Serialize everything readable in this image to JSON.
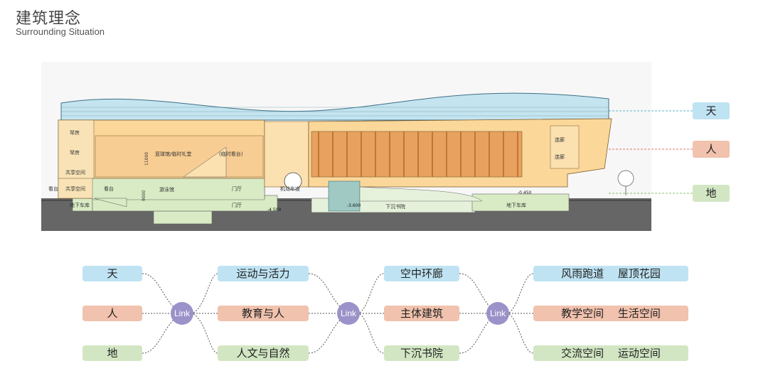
{
  "header": {
    "title": "建筑理念",
    "subtitle": "Surrounding Situation"
  },
  "section_labels": {
    "piano1": "琴房",
    "piano2": "琴房",
    "shared1": "共享空间",
    "shared2": "共享空间",
    "basement1": "地下车库",
    "stand1": "看台",
    "stand2": "看台",
    "gym": "篮球馆/临时礼堂",
    "pool": "游泳馆",
    "temp_stand": "(临时看台)",
    "lobby1": "门厅",
    "lobby2": "门厅",
    "motor": "机动车道",
    "sunken": "下沉书院",
    "corridor1": "连廊",
    "corridor2": "连廊",
    "basement2": "地下车库",
    "h1": "11000",
    "h2": "9000",
    "elev1": "-4.500",
    "elev2": "-3.600",
    "elev3": "-0.450"
  },
  "legend": {
    "sky": "天",
    "people": "人",
    "ground": "地"
  },
  "links": [
    "Link",
    "Link",
    "Link"
  ],
  "columns": {
    "c1": [
      "天",
      "人",
      "地"
    ],
    "c2": [
      "运动与活力",
      "教育与人",
      "人文与自然"
    ],
    "c3": [
      "空中环廊",
      "主体建筑",
      "下沉书院"
    ],
    "c4": [
      "风雨跑道　 屋顶花园",
      "教学空间　 生活空间",
      "交流空间　 运动空间"
    ]
  },
  "colors": {
    "sky": "#bfe3f3",
    "people": "#f1c2ad",
    "ground": "#d2e6c3",
    "link": "#9b92c9"
  }
}
